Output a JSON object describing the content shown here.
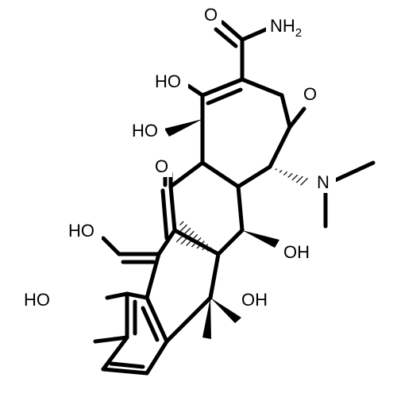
{
  "molecule": {
    "atom_labels": {
      "amide_nh2": "NH",
      "amide_nh2_sub": "2",
      "amide_carbonyl_o": "O",
      "ketone_o_top": "O",
      "enol_oh_top": "HO",
      "oh_ring_junction": "HO",
      "ketone_o_middle": "O",
      "dimethylamino_n": "N",
      "oh_left_enol": "HO",
      "oh_middle_right": "OH",
      "oh_c6": "OH",
      "oh_phenol": "HO"
    }
  }
}
